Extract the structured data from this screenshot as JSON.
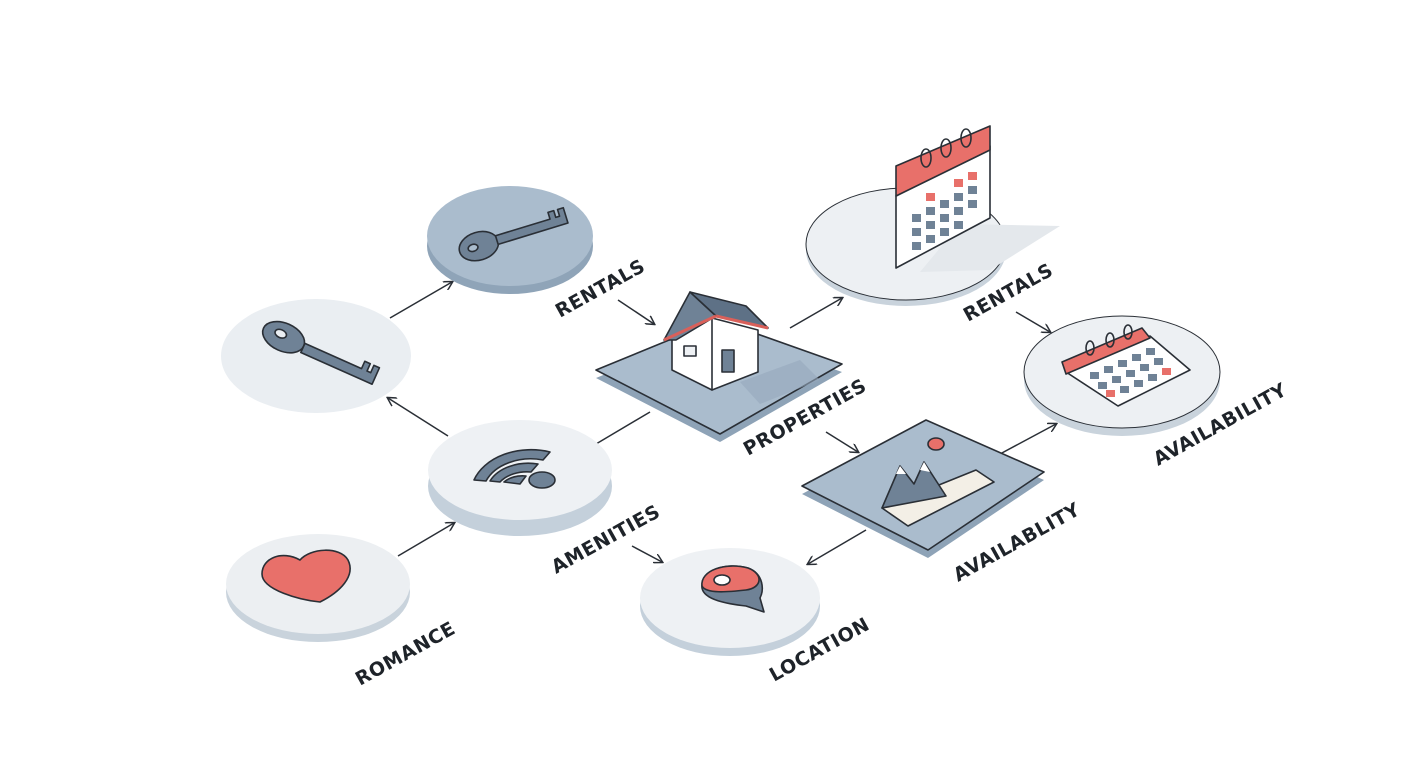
{
  "nodes": {
    "key_top": {
      "icon": "key-icon"
    },
    "key_left": {
      "icon": "key-icon"
    },
    "wifi": {
      "icon": "wifi-icon"
    },
    "heart": {
      "icon": "heart-icon"
    },
    "house": {
      "icon": "house-icon"
    },
    "calendar_top": {
      "icon": "calendar-icon"
    },
    "calendar_right": {
      "icon": "calendar-icon"
    },
    "picture": {
      "icon": "landscape-icon"
    },
    "pin": {
      "icon": "location-pin-icon"
    }
  },
  "labels": {
    "rentals_left": "RENTALS",
    "rentals_right": "RENTALS",
    "properties": "PROPERTIES",
    "amenities": "AMENITIES",
    "romance": "ROMANCE",
    "location": "LOCATION",
    "availablity": "AVAILABLITY",
    "availability": "AVAILABILITY"
  },
  "colors": {
    "tile_blue": "#a9bccd",
    "disc_light": "#eceff2",
    "disc_edge": "#bfcbd6",
    "accent_red": "#e8706a",
    "icon_slate": "#6f8296",
    "ink": "#1e2329"
  }
}
